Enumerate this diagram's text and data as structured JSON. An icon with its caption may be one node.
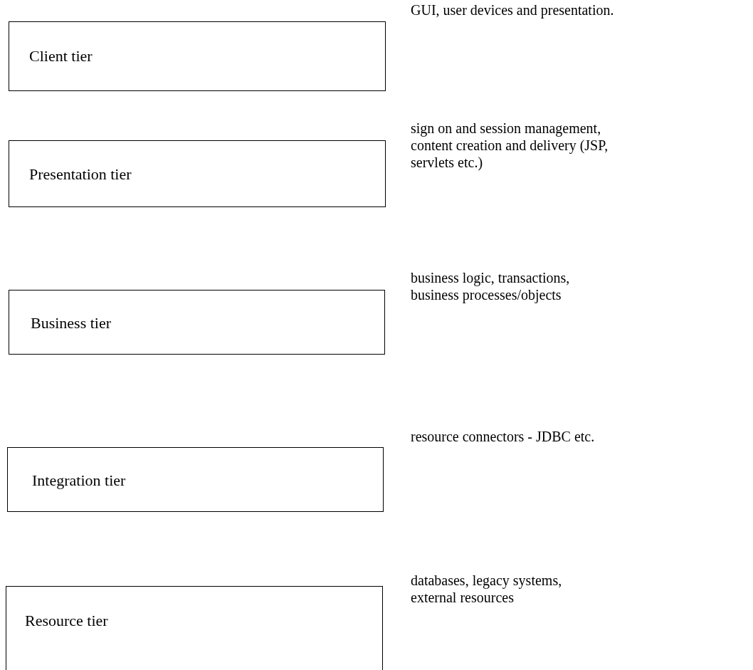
{
  "diagram": {
    "nodes": [
      {
        "text": [
          "Client tier"
        ],
        "beside": [
          "GUI, user devices and presentation."
        ]
      },
      {
        "text": [
          "Presentation tier"
        ],
        "beside": [
          "sign on and session management, content creation and delivery (JSP, servlets etc.)"
        ]
      },
      {
        "text": [
          "Business tier"
        ],
        "beside": [
          "business logic, transactions, business processes/objects"
        ]
      },
      {
        "text": [
          "Integration tier"
        ],
        "beside": [
          "resource connectors - JDBC etc."
        ]
      },
      {
        "text": [
          "Resource tier"
        ],
        "beside": [
          "databases, legacy systems, external resources"
        ]
      }
    ]
  }
}
